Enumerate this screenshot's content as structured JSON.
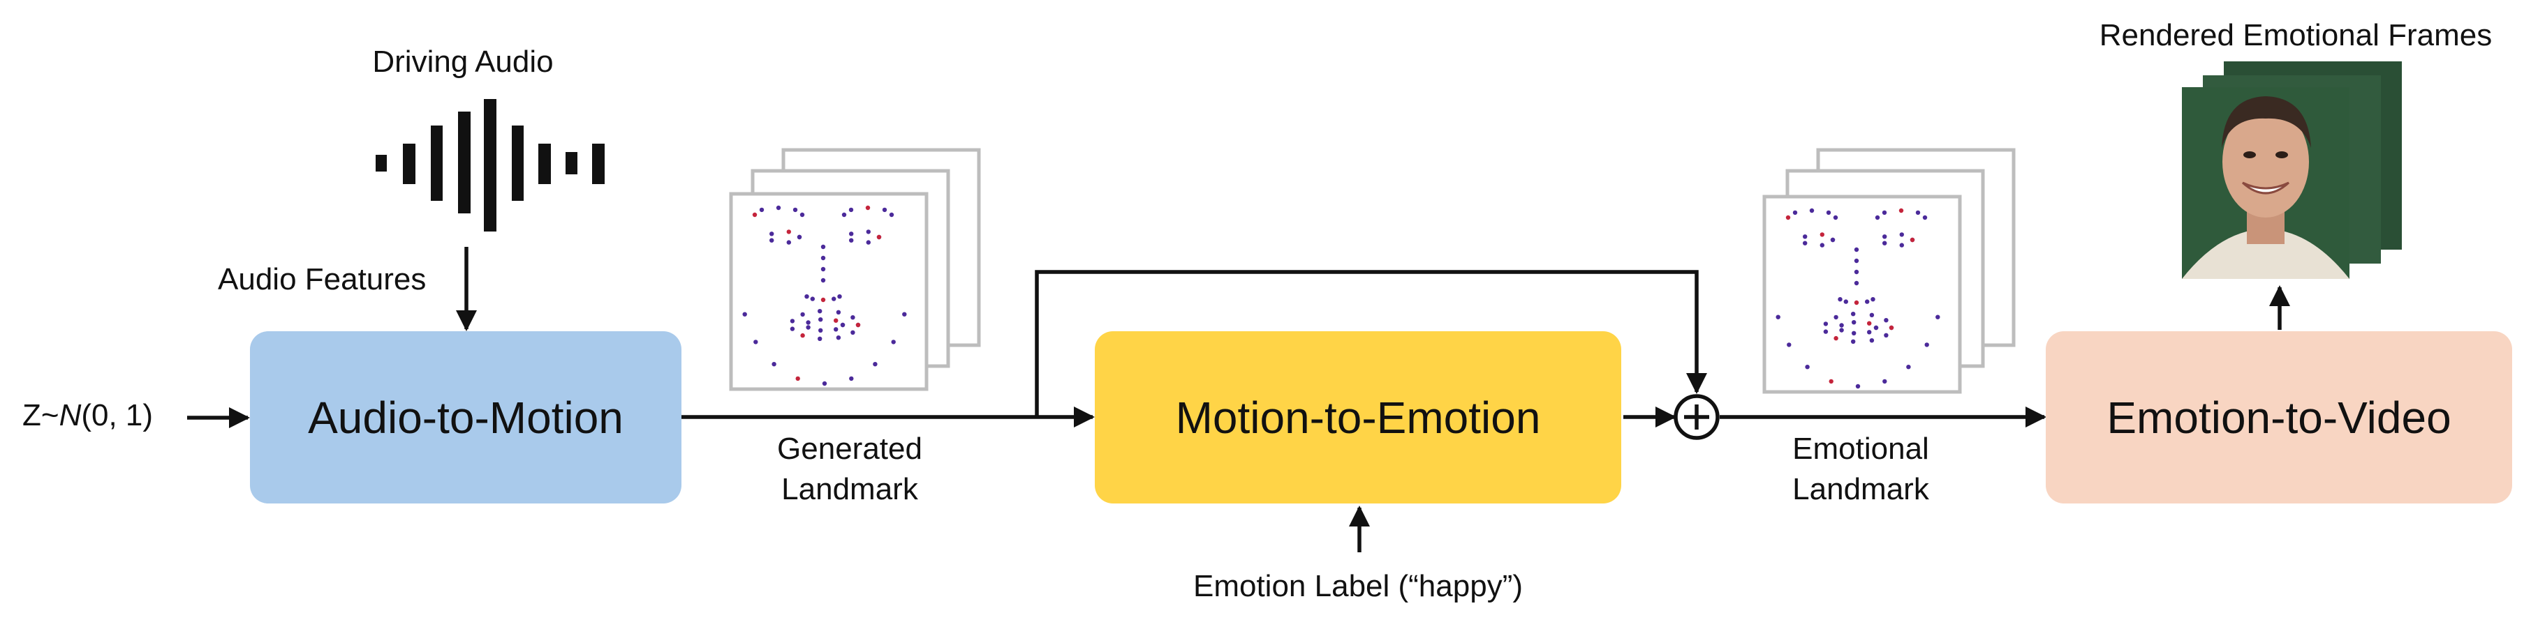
{
  "nodes": {
    "a2m": {
      "label": "Audio-to-Motion",
      "color": "#a9caeb"
    },
    "m2e": {
      "label": "Motion-to-Emotion",
      "color": "#ffd447"
    },
    "e2v": {
      "label": "Emotion-to-Video",
      "color": "#f8d5c2"
    }
  },
  "labels": {
    "noise_prefix": "Z~",
    "noise_N": "N",
    "noise_suffix": "(0, 1)",
    "driving_audio": "Driving Audio",
    "audio_features": "Audio Features",
    "generated_landmark_1": "Generated",
    "generated_landmark_2": "Landmark",
    "emotional_landmark_1": "Emotional",
    "emotional_landmark_2": "Landmark",
    "emotion_label": "Emotion Label (“happy”)",
    "rendered_frames": "Rendered Emotional Frames",
    "sum_symbol": "+"
  },
  "colors": {
    "arrow": "#111111",
    "frame_border": "#bdbdbd",
    "landmark_dot": "#4b2a9a",
    "landmark_accent": "#c4243b",
    "face_bg": "#2f5a3b",
    "skin": "#d9a88c"
  },
  "icons": {
    "waveform": "audio-waveform-icon",
    "face": "face-portrait-icon",
    "plus": "circled-plus-icon"
  }
}
